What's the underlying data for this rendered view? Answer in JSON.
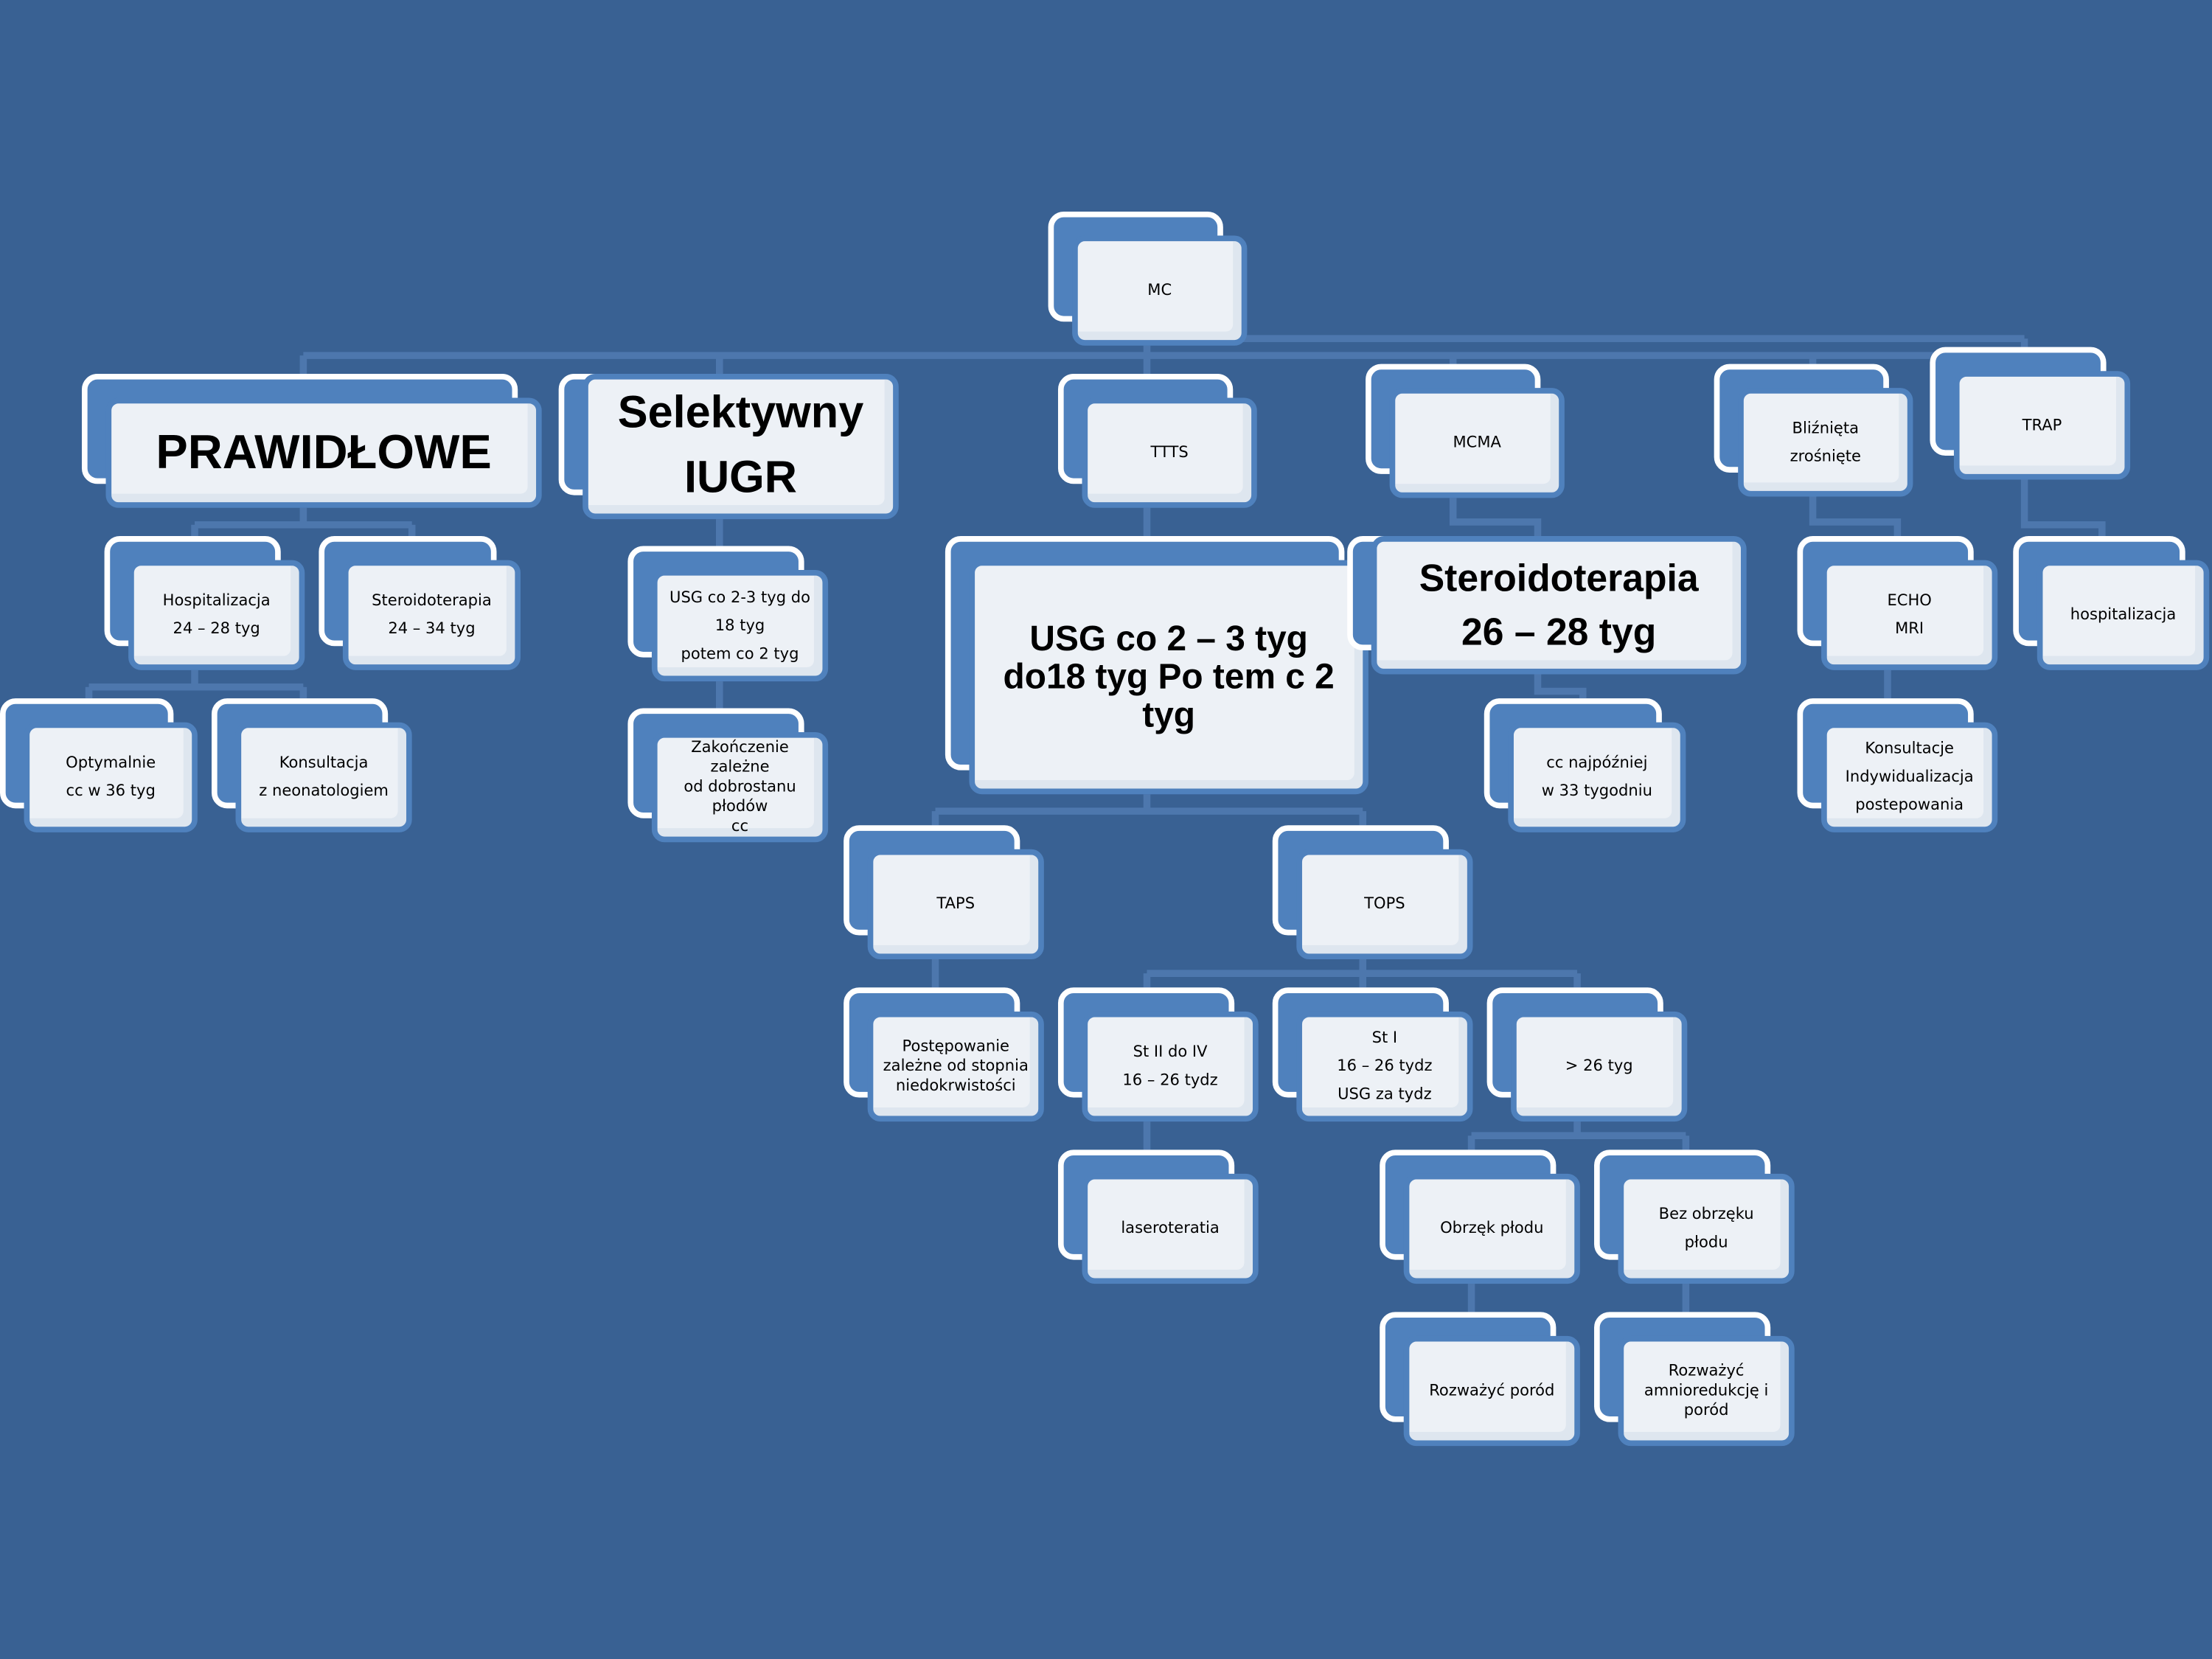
{
  "nodes": {
    "mc": "MC",
    "prawidlowe": "PRAWIDŁOWE",
    "selektywny": "Selektywny\nIUGR",
    "ttts": "TTTS",
    "mcma": "MCMA",
    "blizniety": "Bliźnięta\nzrośnięte",
    "trap": "TRAP",
    "hospitalizacja": "Hospitalizacja\n24 – 28 tyg",
    "steroid1": "Steroidoterapia\n24 – 34 tyg",
    "usg_iugr": "USG co 2-3 tyg do\n18 tyg\npotem co 2 tyg",
    "usg_ttts": "USG co 2 – 3 tyg\ndo18 tyg Po tem c 2\ntyg",
    "steroid2": "Steroidoterapia\n26 – 28 tyg",
    "echo": "ECHO\nMRI",
    "hosp_trap": "hospitalizacja",
    "optymalnie": "Optymalnie\ncc w 36 tyg",
    "konsultacja": "Konsultacja\nz neonatologiem",
    "zakonczenie": "Zakończenie zależne\nod dobrostanu\npłodów\ncc",
    "cc33": "cc najpóźniej\nw 33 tygodniu",
    "konsultacje": "Konsultacje\nIndywidualizacja\npostepowania",
    "taps": "TAPS",
    "tops": "TOPS",
    "postepowanie": "Postępowanie\nzależne od stopnia\nniedokrwistości",
    "st2": "St II do IV\n16 – 26 tydz",
    "st1": "St I\n16 – 26 tydz\nUSG za tydz",
    "gt26": "> 26 tyg",
    "laser": "laseroteratia",
    "obrzek": "Obrzęk płodu",
    "bez_obrzeku": "Bez obrzęku\npłodu",
    "porod": "Rozważyć poród",
    "amnio": "Rozważyć\namnioredukcję i\nporód"
  },
  "colors": {
    "background": "#396193",
    "node_outer": "#4f81bd",
    "node_inner": "#edf1f6",
    "connector": "#4d77ad"
  }
}
